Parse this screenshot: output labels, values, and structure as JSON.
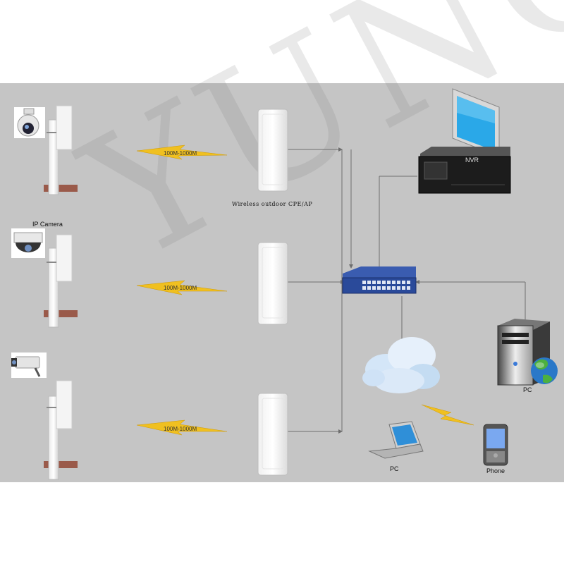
{
  "watermark": "YUNCH",
  "labels": {
    "ip_camera": "IP Camera",
    "cpe_ap": "Wireless outdoor CPE/AP",
    "nvr": "NVR",
    "pc_desktop": "PC",
    "pc_laptop": "PC",
    "phone": "Phone"
  },
  "links": [
    {
      "label": "100M-1000M"
    },
    {
      "label": "100M-1000M"
    },
    {
      "label": "100M-1000M"
    }
  ],
  "colors": {
    "background": "#c5c5c5",
    "lightning": "#f0c020",
    "switch": "#2a4a9a",
    "monitor_screen": "#2aa8e8",
    "connector": "#6e6e6e"
  },
  "icons": [
    "ptz-camera-icon",
    "dome-camera-icon",
    "bullet-camera-icon",
    "lightning-icon",
    "cpe-ap-icon",
    "network-switch-icon",
    "nvr-icon",
    "monitor-icon",
    "cloud-icon",
    "desktop-tower-icon",
    "globe-icon",
    "laptop-icon",
    "phone-icon"
  ]
}
